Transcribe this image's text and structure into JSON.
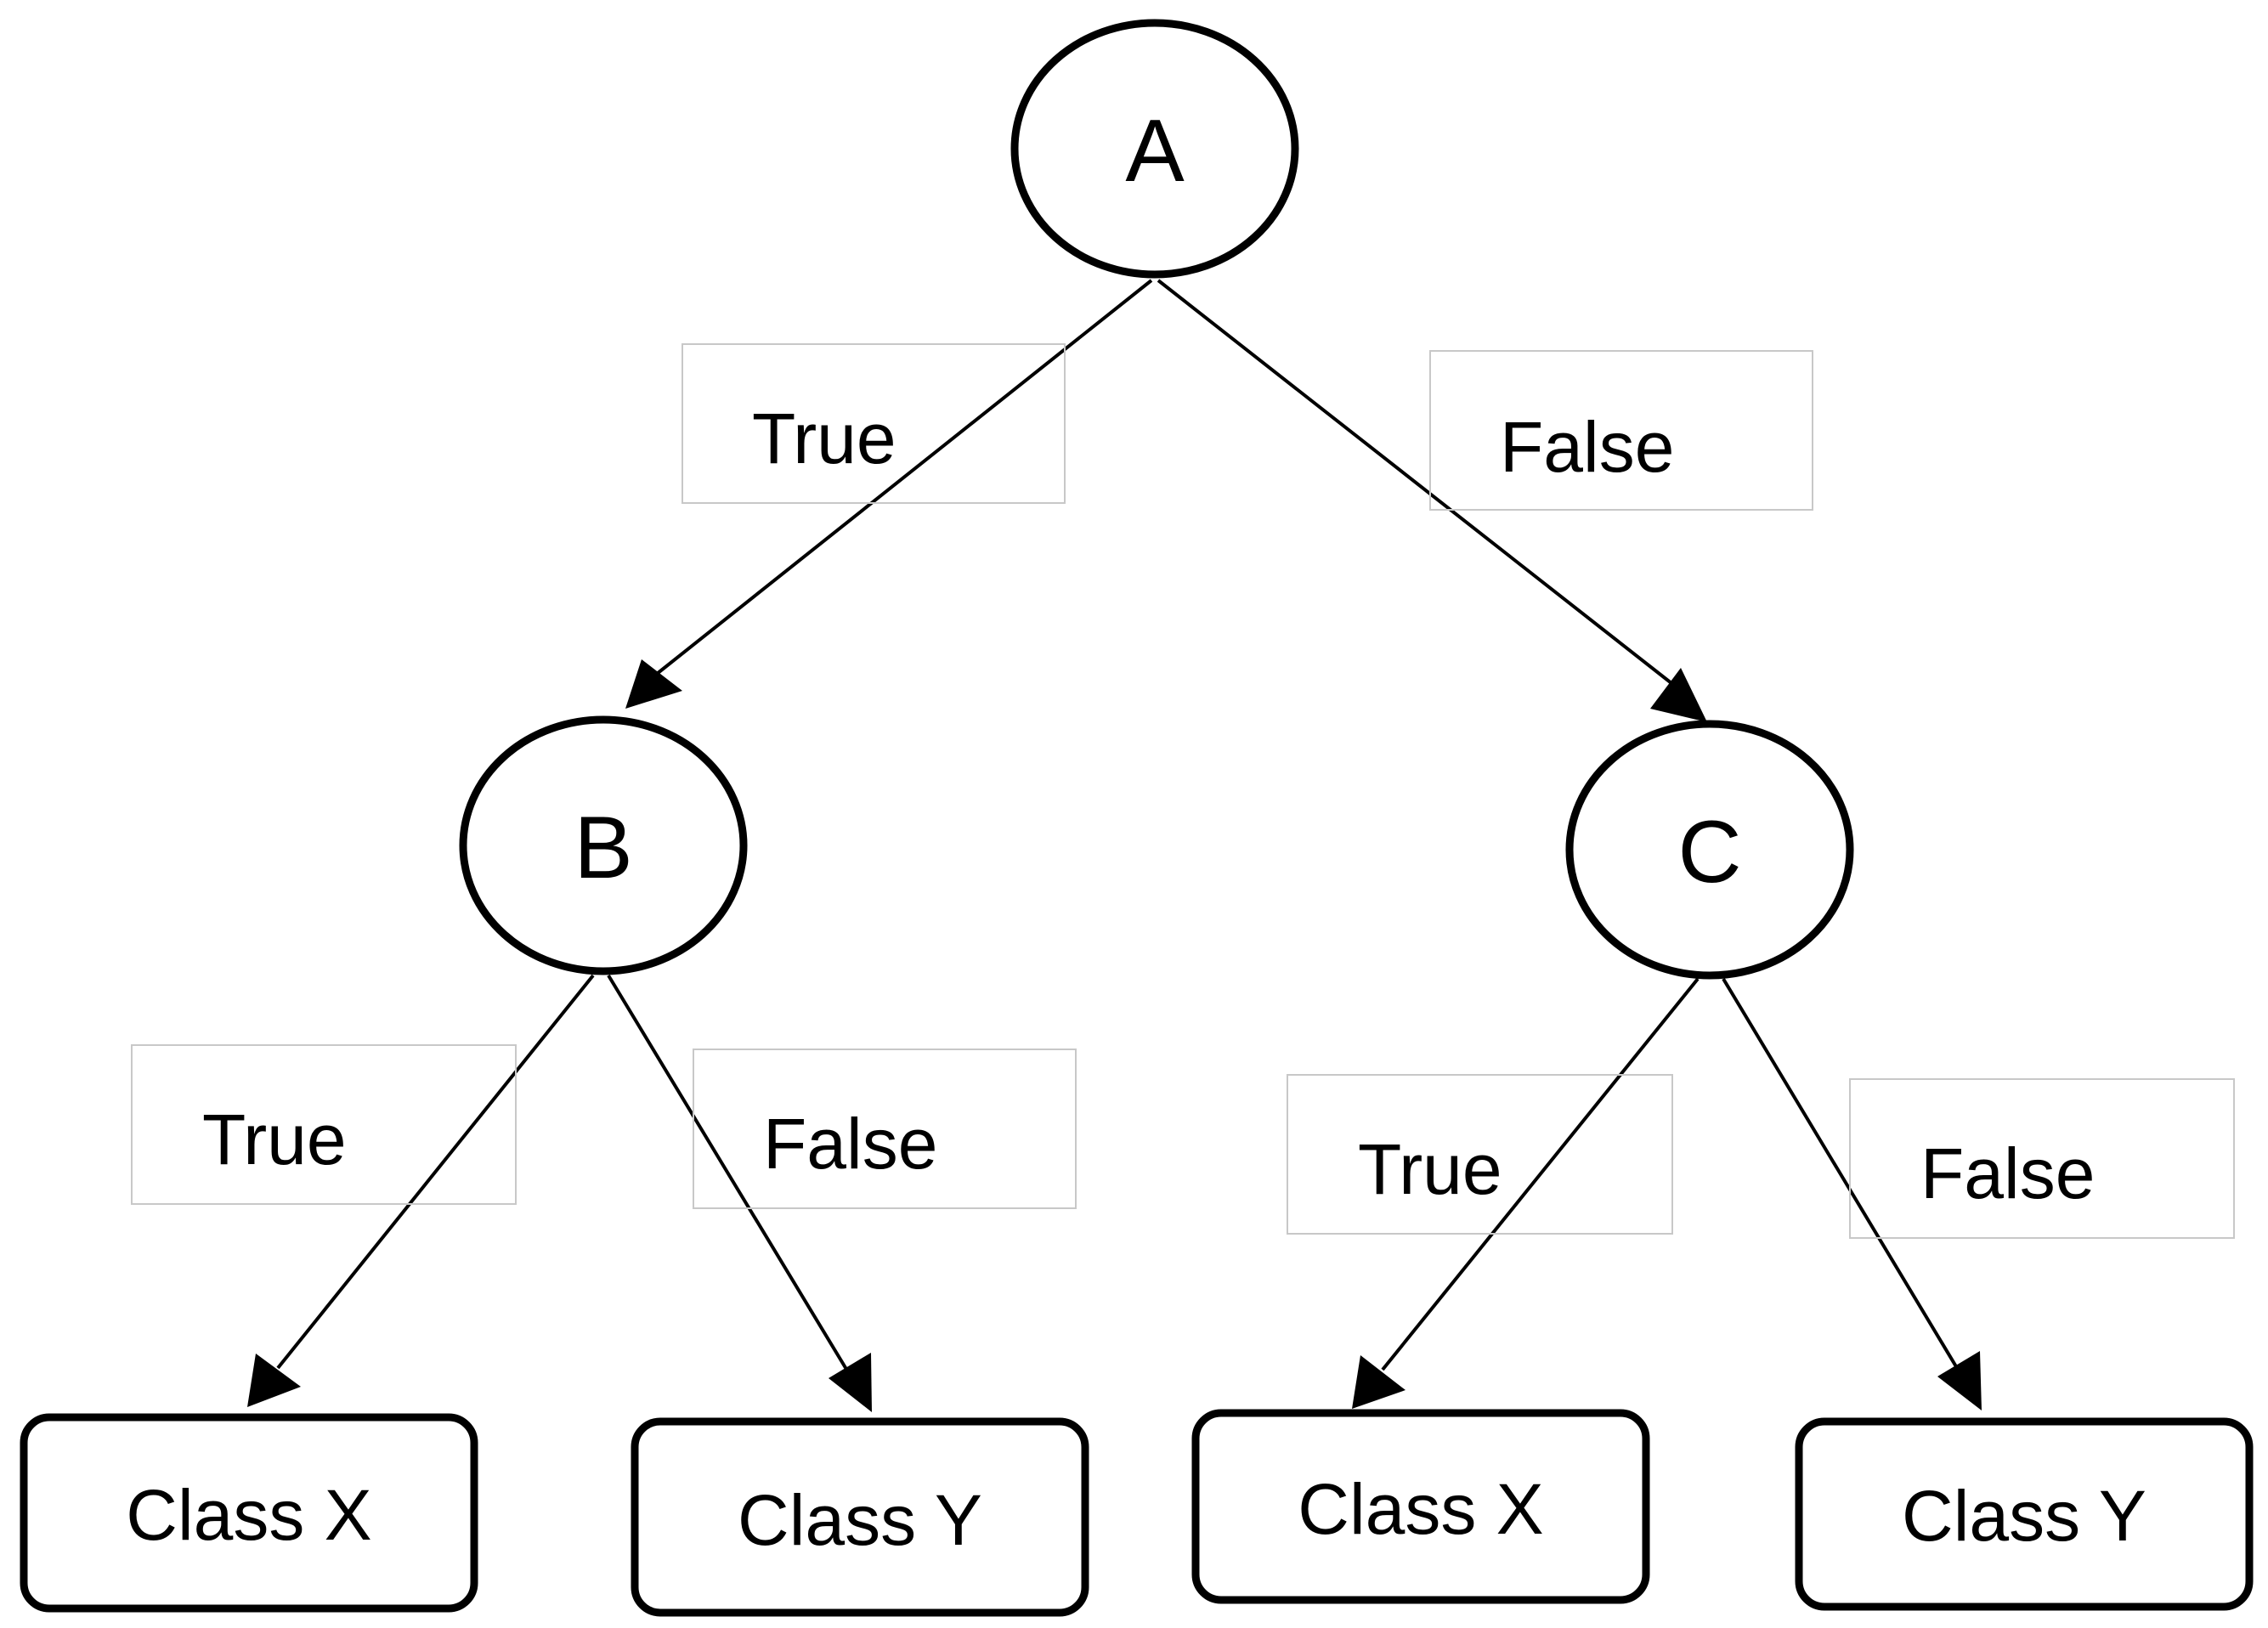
{
  "diagram": {
    "nodes": {
      "a": "A",
      "b": "B",
      "c": "C"
    },
    "leaves": {
      "b_true": "Class X",
      "b_false": "Class Y",
      "c_true": "Class X",
      "c_false": "Class Y"
    },
    "edges": {
      "a_true": "True",
      "a_false": "False",
      "b_true": "True",
      "b_false": "False",
      "c_true": "True",
      "c_false": "False"
    }
  }
}
